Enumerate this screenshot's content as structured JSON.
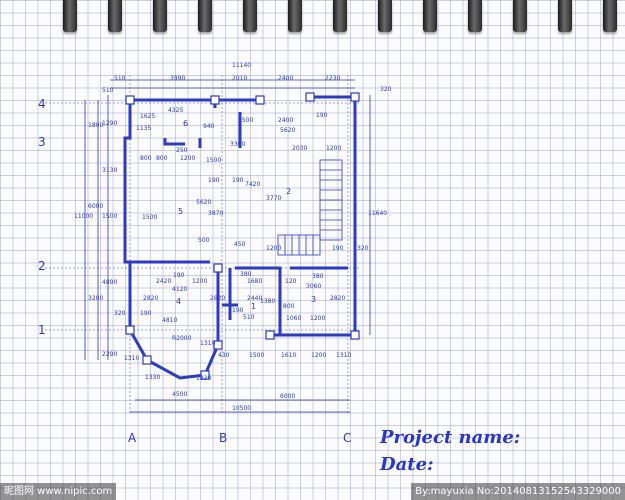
{
  "axis_numbers": [
    "4",
    "3",
    "2",
    "1"
  ],
  "axis_letters": [
    "A",
    "B",
    "C"
  ],
  "rooms": [
    "6",
    "5",
    "2",
    "4",
    "1",
    "3"
  ],
  "dimensions": [
    "11140",
    "510",
    "3990",
    "2010",
    "2400",
    "2230",
    "320",
    "510",
    "4325",
    "1500",
    "2400",
    "190",
    "1625",
    "1135",
    "940",
    "5620",
    "1800",
    "1290",
    "250",
    "3300",
    "2030",
    "1200",
    "800",
    "800",
    "1200",
    "1500",
    "3130",
    "190",
    "190",
    "7420",
    "5620",
    "6000",
    "1500",
    "3770",
    "11000",
    "3870",
    "11640",
    "1500",
    "500",
    "450",
    "1200",
    "190",
    "320",
    "2420",
    "190",
    "380",
    "1680",
    "120",
    "380",
    "4890",
    "4120",
    "1200",
    "2440",
    "3060",
    "3200",
    "2820",
    "2820",
    "2820",
    "1380",
    "190",
    "800",
    "4810",
    "190",
    "510",
    "1060",
    "1200",
    "320",
    "R2000",
    "1310",
    "1500",
    "1610",
    "1200",
    "1310",
    "2290",
    "430",
    "1310",
    "1330",
    "1330",
    "4500",
    "6000",
    "10500"
  ],
  "project": {
    "name_label": "Project name:",
    "date_label": "Date:"
  },
  "watermark": {
    "left": "昵图网 www.nipic.com",
    "right": "By:mayuxia No:20140813152543329000"
  }
}
